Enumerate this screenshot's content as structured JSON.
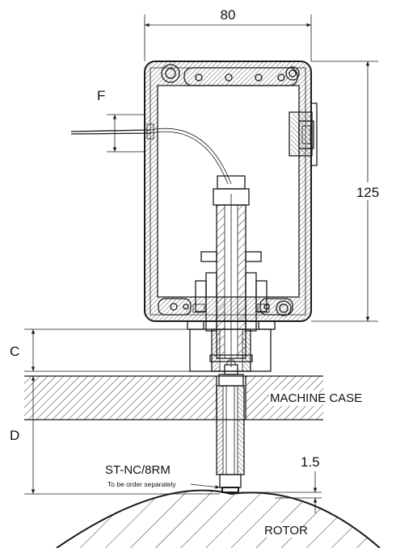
{
  "dimensions": {
    "width": "80",
    "height": "125",
    "f": "F",
    "c": "C",
    "d": "D",
    "gap": "1.5"
  },
  "labels": {
    "machine_case": "MACHINE CASE",
    "rotor": "ROTOR",
    "part": "ST-NC/8RM",
    "part_note": "To be order separately"
  },
  "colors": {
    "line": "#1a1a1a",
    "hatch": "#1a1a1a",
    "background": "#ffffff"
  }
}
